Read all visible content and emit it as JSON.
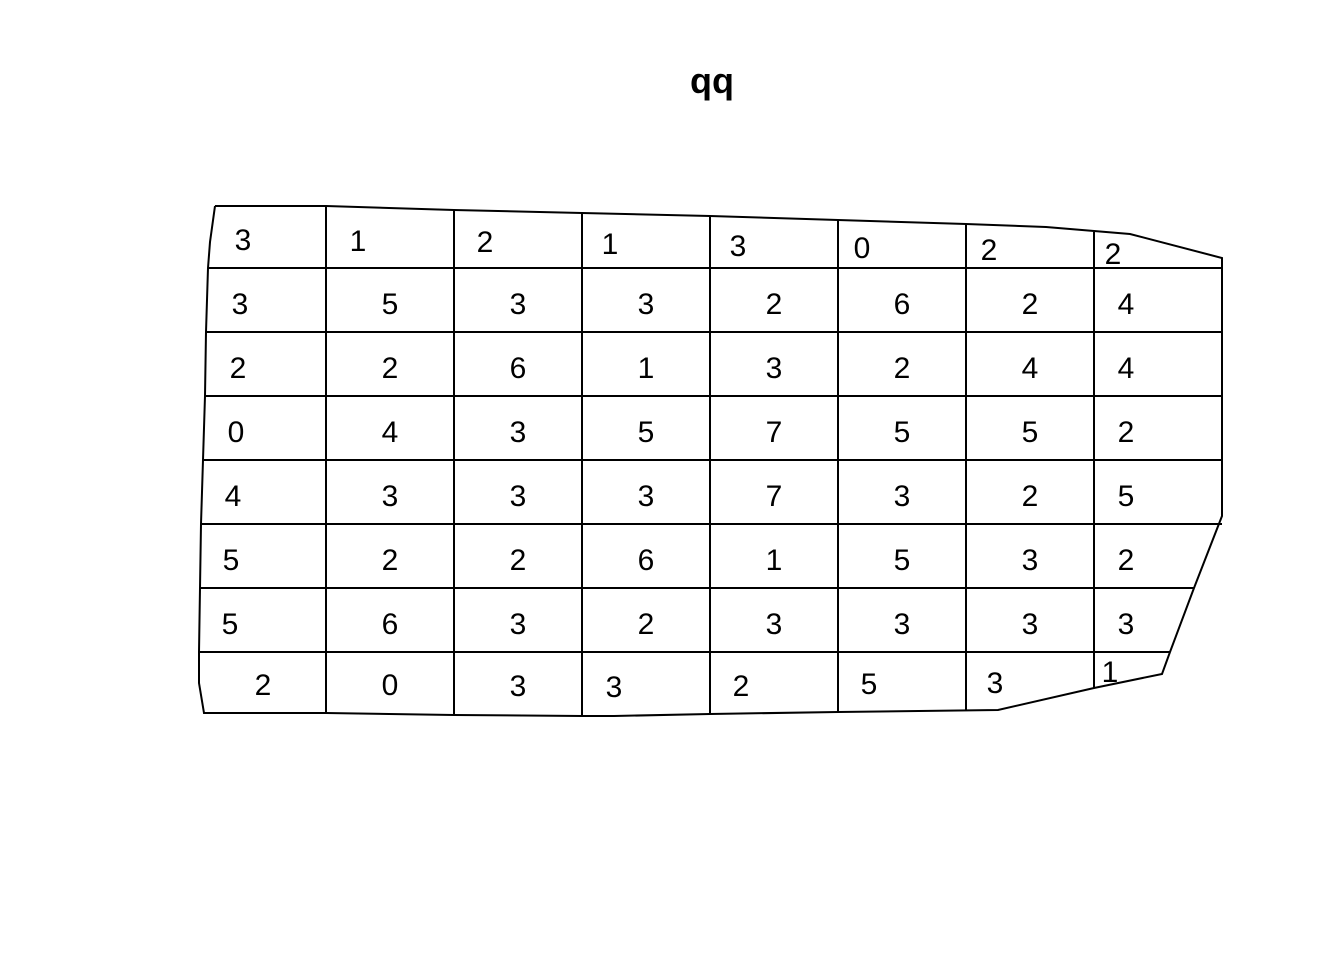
{
  "chart_data": {
    "type": "table",
    "title": "qq",
    "rows": [
      [
        3,
        1,
        2,
        1,
        3,
        0,
        2,
        2
      ],
      [
        3,
        5,
        3,
        3,
        2,
        6,
        2,
        4
      ],
      [
        2,
        2,
        6,
        1,
        3,
        2,
        4,
        4
      ],
      [
        0,
        4,
        3,
        5,
        7,
        5,
        5,
        2
      ],
      [
        4,
        3,
        3,
        3,
        7,
        3,
        2,
        5
      ],
      [
        5,
        2,
        2,
        6,
        1,
        5,
        3,
        2
      ],
      [
        5,
        6,
        3,
        2,
        3,
        3,
        3,
        3
      ],
      [
        2,
        0,
        3,
        3,
        2,
        5,
        3,
        1
      ]
    ]
  }
}
